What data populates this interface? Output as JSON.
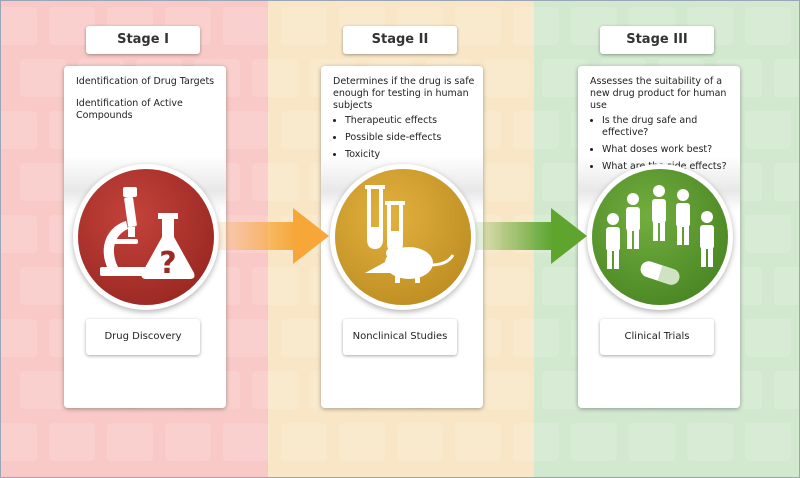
{
  "stages": [
    {
      "label": "Stage I",
      "lines": [
        "Identification of Drug Targets",
        "Identification of Active Compounds"
      ],
      "outcome": "Drug Discovery",
      "icon": "microscope-flask-icon",
      "color": "#a8302a"
    },
    {
      "label": "Stage II",
      "description": "Determines if the drug is safe enough for testing in human subjects",
      "bullets": [
        "Therapeutic effects",
        "Possible side-effects",
        "Toxicity"
      ],
      "outcome": "Nonclinical Studies",
      "icon": "test-tubes-rat-icon",
      "color": "#c9962a"
    },
    {
      "label": "Stage III",
      "description": "Assesses the suitability of a new drug product for human use",
      "bullets": [
        "Is the drug safe and effective?",
        "What doses work best?",
        "What are the side effects?"
      ],
      "outcome": "Clinical Trials",
      "icon": "people-pill-icon",
      "color": "#56962b"
    }
  ],
  "arrows": [
    {
      "icon": "arrow-right-icon",
      "color": "#f7a638"
    },
    {
      "icon": "arrow-right-icon",
      "color": "#5ea42d"
    }
  ]
}
